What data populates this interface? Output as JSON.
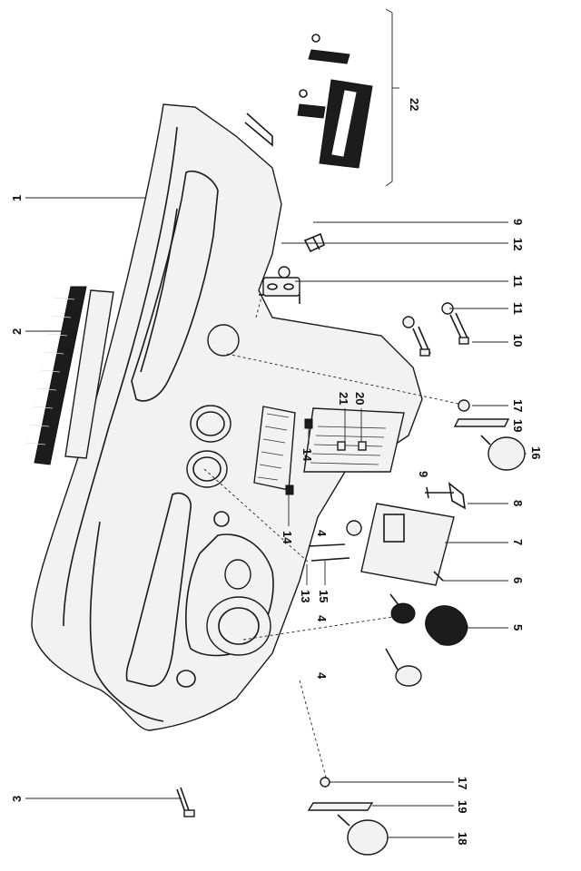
{
  "callouts": {
    "c1": "1",
    "c2": "2",
    "c3": "3",
    "c4a": "4",
    "c4b": "4",
    "c4c": "4",
    "c5": "5",
    "c6": "6",
    "c7": "7",
    "c8": "8",
    "c9a": "9",
    "c9b": "9",
    "c10": "10",
    "c11a": "11",
    "c11b": "11",
    "c12": "12",
    "c13": "13",
    "c14a": "14",
    "c14b": "14",
    "c15": "15",
    "c16": "16",
    "c17a": "17",
    "c17b": "17",
    "c18": "18",
    "c19a": "19",
    "c19b": "19",
    "c20": "20",
    "c21": "21",
    "c22": "22"
  }
}
